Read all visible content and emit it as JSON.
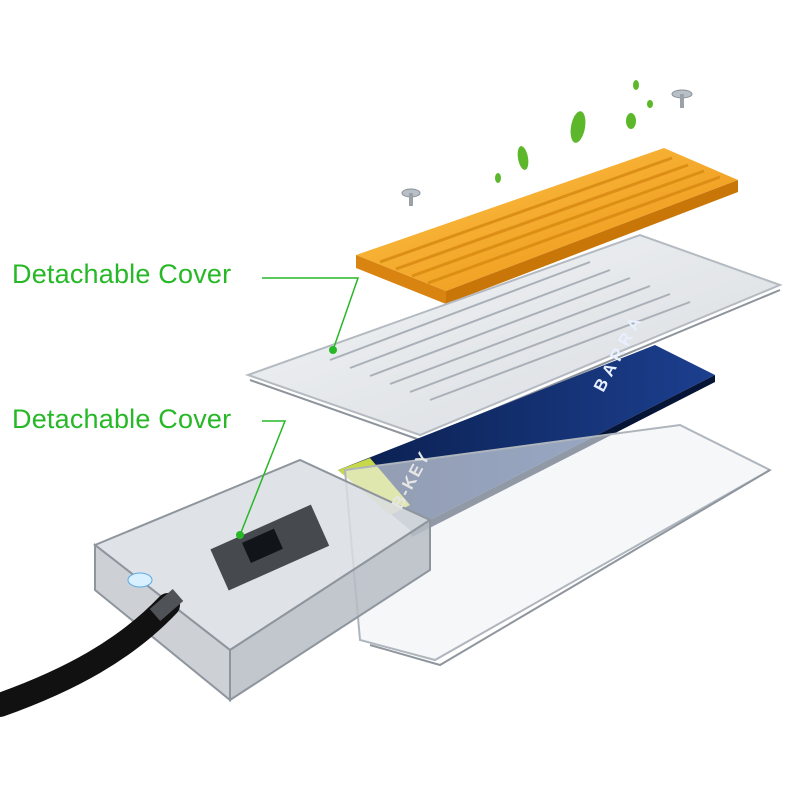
{
  "callouts": {
    "top_label": "Detachable Cover",
    "bottom_label": "Detachable Cover"
  },
  "ssd": {
    "brand": "BARRA",
    "key_type": "B-KEY"
  },
  "colors": {
    "label_green": "#27b827",
    "heatsink_orange": "#f2a020",
    "ssd_board_blue": "#0e2a66",
    "leaf_green": "#5cb82a",
    "cable_black": "#111111"
  }
}
